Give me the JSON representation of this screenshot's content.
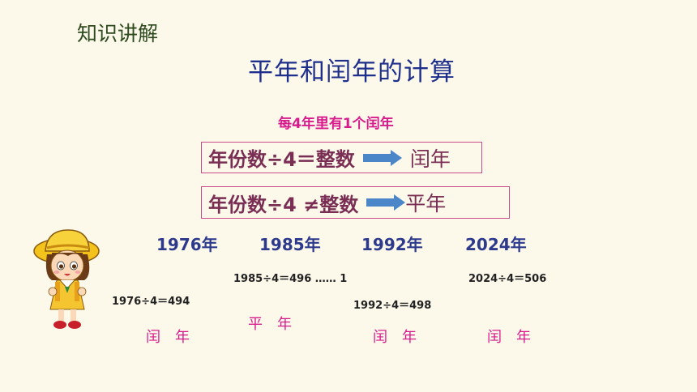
{
  "section_label": "知识讲解",
  "title": "平年和闰年的计算",
  "rule_intro": "每4年里有1个闰年",
  "rules": [
    {
      "condition": "年份数÷4＝整数",
      "result": "闰年"
    },
    {
      "condition": "年份数÷4 ≠整数",
      "result": "平年"
    }
  ],
  "examples": [
    {
      "year": "1976年",
      "calc": "1976÷4＝494",
      "verdict": "闰年"
    },
    {
      "year": "1985年",
      "calc": "1985÷4＝496 …… 1",
      "verdict": "平年"
    },
    {
      "year": "1992年",
      "calc": "1992÷4＝498",
      "verdict": "闰年"
    },
    {
      "year": "2024年",
      "calc": "2024÷4＝506",
      "verdict": "闰年"
    }
  ],
  "colors": {
    "accent": "#d81b8c",
    "title": "#1f2f8c",
    "arrow": "#4a86c8"
  }
}
